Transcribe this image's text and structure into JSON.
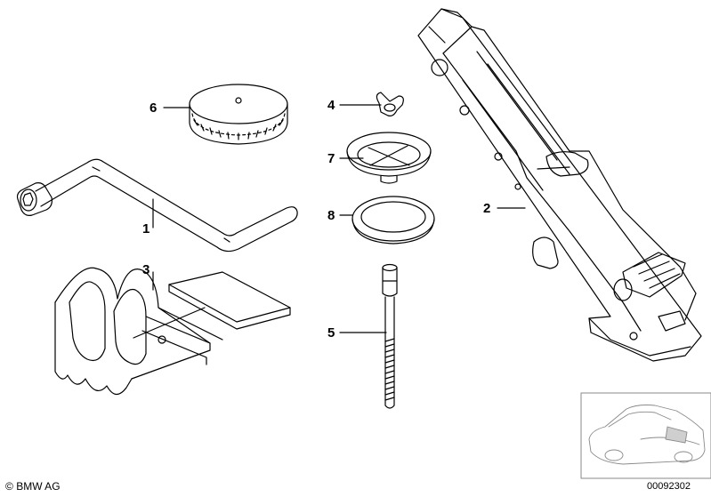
{
  "callouts": [
    {
      "id": "1",
      "label": "1"
    },
    {
      "id": "2",
      "label": "2"
    },
    {
      "id": "3",
      "label": "3"
    },
    {
      "id": "4",
      "label": "4"
    },
    {
      "id": "5",
      "label": "5"
    },
    {
      "id": "6",
      "label": "6"
    },
    {
      "id": "7",
      "label": "7"
    },
    {
      "id": "8",
      "label": "8"
    }
  ],
  "footer": {
    "copyright_symbol": "©",
    "copyright_text": "BMW AG",
    "document_number": "00092302"
  },
  "colors": {
    "line": "#000000",
    "thumbnail_line": "#8a8a8a",
    "background": "#ffffff"
  }
}
